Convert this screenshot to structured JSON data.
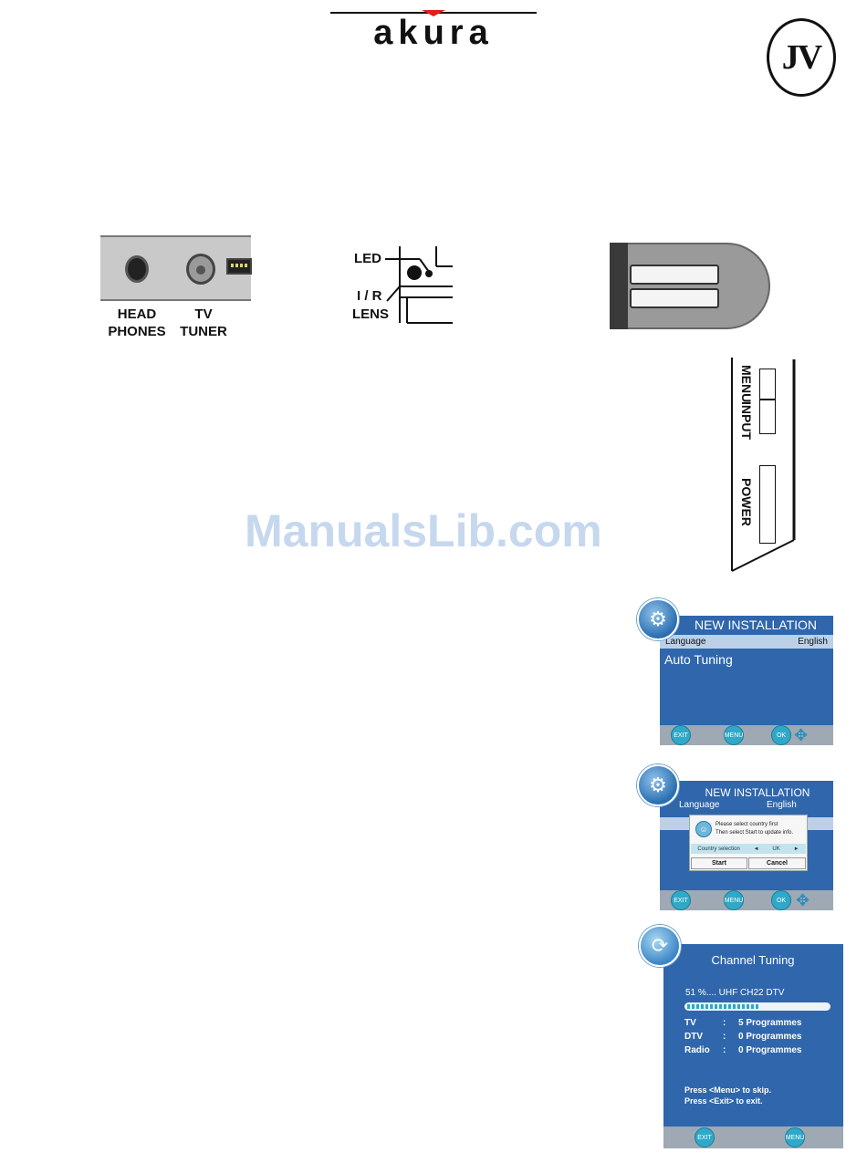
{
  "brand": {
    "logo_text": "akura",
    "badge_text": "JV"
  },
  "connectors": {
    "headphones_label_line1": "HEAD",
    "headphones_label_line2": "PHONES",
    "tuner_label_line1": "TV",
    "tuner_label_line2": "TUNER"
  },
  "led_diagram": {
    "led_label": "LED",
    "ir_label_line1": "I / R",
    "ir_label_line2": "LENS"
  },
  "side_buttons": {
    "menu_label": "MENU",
    "input_label": "INPUT",
    "power_label": "POWER"
  },
  "watermark": "ManualsLib.com",
  "screen1": {
    "title": "NEW INSTALLATION",
    "language_label": "Language",
    "language_value": "English",
    "item": "Auto Tuning",
    "btn_exit": "EXIT",
    "btn_menu": "MENU",
    "btn_ok": "OK"
  },
  "screen2": {
    "title": "NEW INSTALLATION",
    "language_label": "Language",
    "language_value": "English",
    "msg_line1": "Please select country first",
    "msg_line2": "Then select Start to update info.",
    "country_label": "Country selection",
    "country_value": "UK",
    "arrow_left": "◄",
    "arrow_right": "►",
    "start_label": "Start",
    "cancel_label": "Cancel",
    "btn_exit": "EXIT",
    "btn_menu": "MENU",
    "btn_ok": "OK"
  },
  "screen3": {
    "title": "Channel Tuning",
    "progress_text": "51 %.... UHF CH22 DTV",
    "progress_fraction": 0.51,
    "rows": [
      {
        "label": "TV",
        "sep": ":",
        "value": "5 Programmes"
      },
      {
        "label": "DTV",
        "sep": ":",
        "value": "0 Programmes"
      },
      {
        "label": "Radio",
        "sep": ":",
        "value": "0 Programmes"
      }
    ],
    "hint1": "Press <Menu> to skip.",
    "hint2": "Press <Exit> to exit.",
    "btn_exit": "EXIT",
    "btn_menu": "MENU"
  },
  "colors": {
    "screen_blue": "#2f66ac",
    "button_teal": "#30a8c8",
    "logo_red": "#e11d1d"
  }
}
